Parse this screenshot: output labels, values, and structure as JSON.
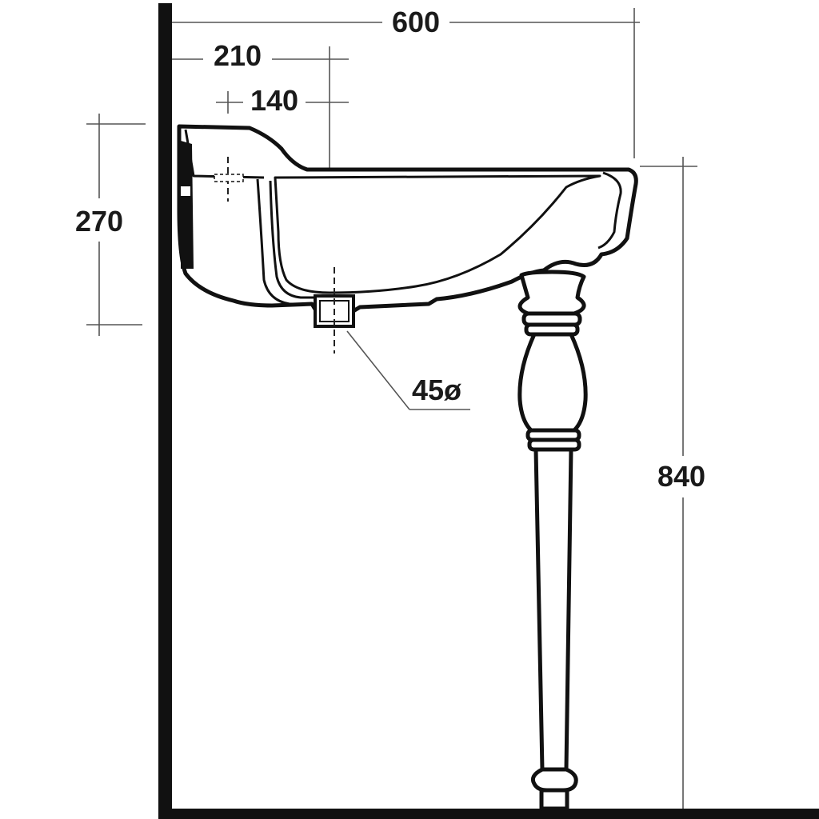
{
  "dimensions": {
    "overall_width": "600",
    "wall_to_tap": "210",
    "tap_offset": "140",
    "basin_height": "270",
    "rim_height": "840",
    "waste_diameter": "45ø"
  }
}
